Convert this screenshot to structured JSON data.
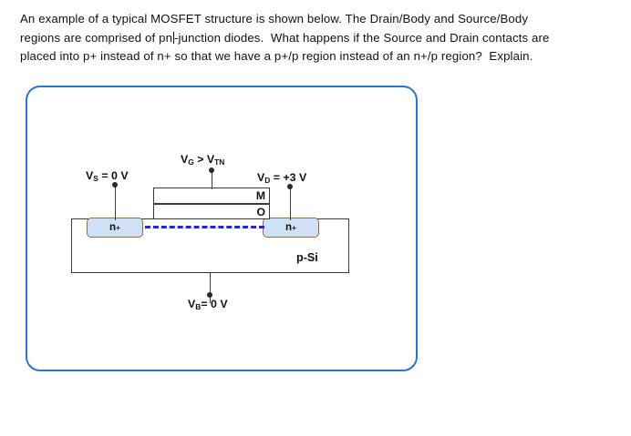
{
  "question": {
    "lines": [
      "An example of a typical MOSFET structure is shown below. The Drain/Body and Source/Body",
      "regions are comprised of pn",
      "-junction diodes.  What happens if the Source and Drain contacts are",
      "placed into p+ instead of n+ so that we have a p+/p region instead of an n+/p region?  Explain."
    ],
    "line1": "An example of a typical MOSFET structure is shown below. The Drain/Body and Source/Body",
    "line2_before_caret": "regions are comprised of pn",
    "line2_after_caret": "-junction diodes.  What happens if the Source and Drain contacts are",
    "line3": "placed into p+ instead of n+ so that we have a p+/p region instead of an n+/p region?  Explain."
  },
  "figure": {
    "panel_border_color": "#2a75d4",
    "substrate_label": "p-Si",
    "gate_metal_letter": "M",
    "gate_oxide_letter": "O",
    "channel_color": "#2222ee",
    "diffusion_fill": "#cfe1f7",
    "diffusion_border": "#9c6a3f",
    "source_diffusion_label": "n",
    "source_diffusion_sup": "+",
    "drain_diffusion_label": "n",
    "drain_diffusion_sup": "+",
    "terminals": {
      "source": {
        "label_prefix": "V",
        "label_sub": "S",
        "label_suffix": " = 0 V"
      },
      "gate": {
        "label_prefix": "V",
        "label_sub": "G",
        "label_mid": " > V",
        "label_sub2": "TN"
      },
      "drain": {
        "label_prefix": "V",
        "label_sub": "D",
        "label_suffix": " = +3 V"
      },
      "body": {
        "label_prefix": "V",
        "label_sub": "B",
        "label_suffix": "= 0 V"
      }
    }
  }
}
